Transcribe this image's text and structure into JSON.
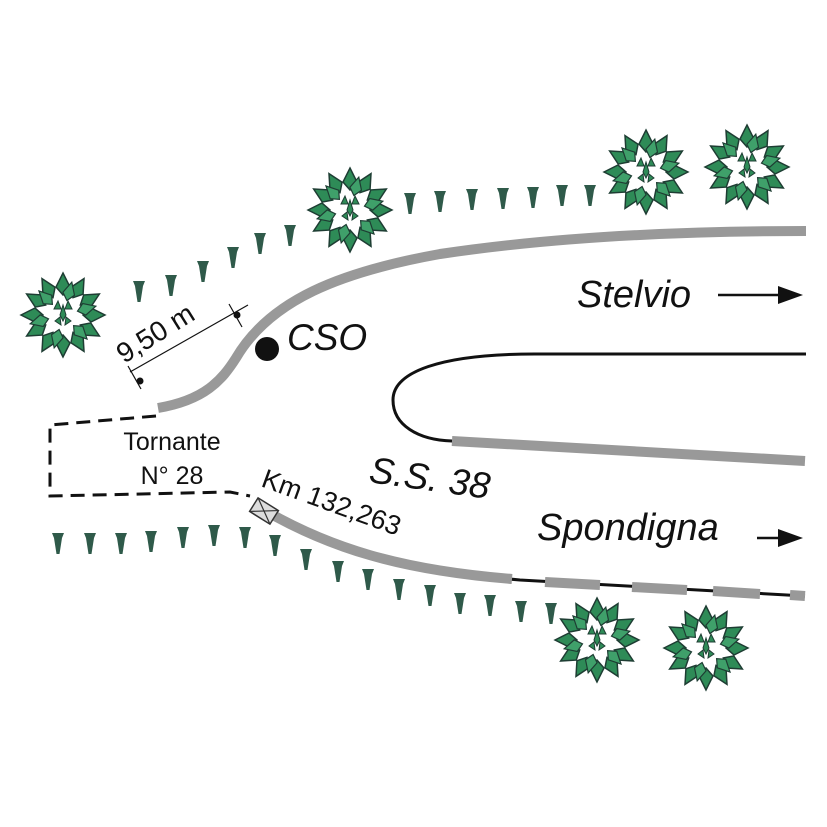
{
  "labels": {
    "stelvio": "Stelvio",
    "spondigna": "Spondigna",
    "road": "S.S. 38",
    "tornante_line1": "Tornante",
    "tornante_line2": "N° 28",
    "km": "Km 132,263",
    "cso": "CSO",
    "distance": "9,50 m"
  },
  "colors": {
    "road_gray": "#999999",
    "line_black": "#111111",
    "tree_dark": "#2f5a4a",
    "tree_green": "#2e8b57",
    "background": "#ffffff"
  },
  "icons": {
    "tree": "bush-icon",
    "post": "post-icon",
    "marker": "km-marker-icon",
    "station": "station-dot-icon"
  }
}
